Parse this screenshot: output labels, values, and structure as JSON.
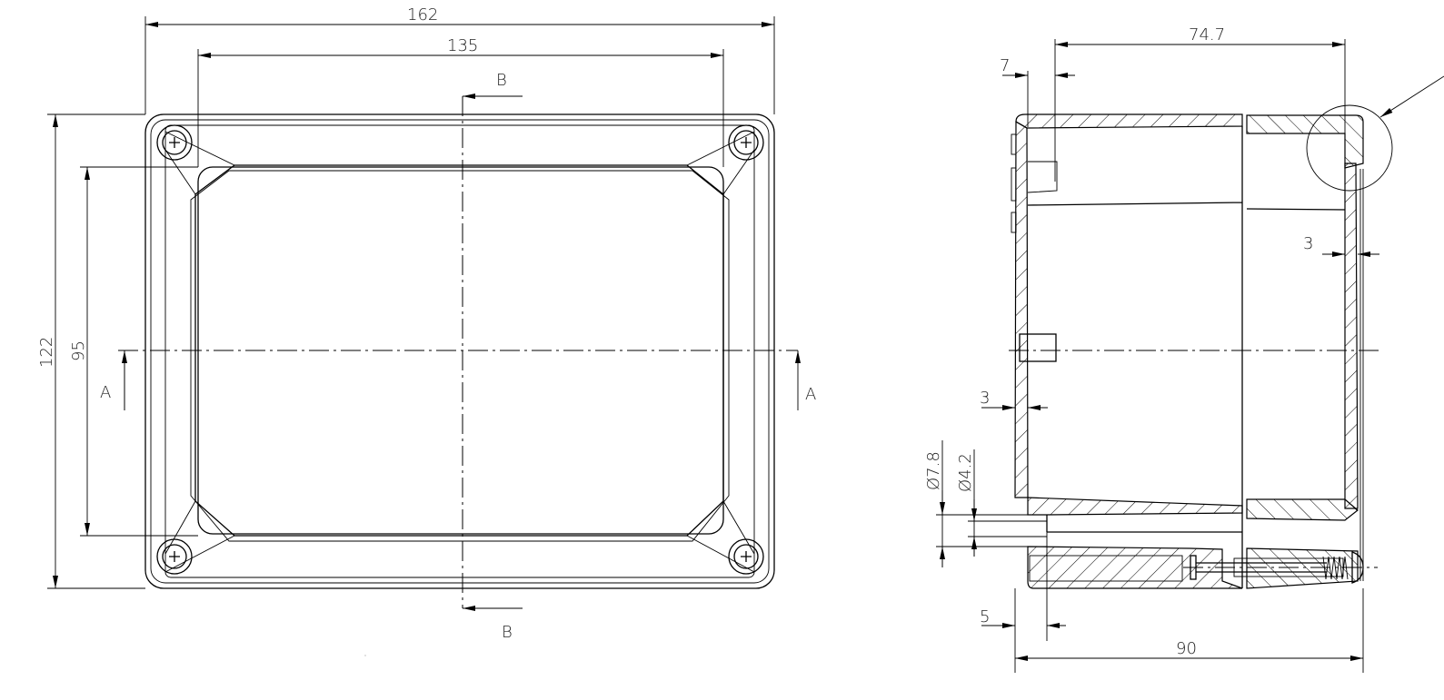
{
  "front_view": {
    "dimensions": {
      "overall_width": "162",
      "inner_width": "135",
      "overall_height": "122",
      "inner_height": "95"
    },
    "section_labels": {
      "a_left": "A",
      "a_right": "A",
      "b_top": "B",
      "b_bottom": "B"
    }
  },
  "section_view": {
    "dimensions": {
      "lid_depth": "74.7",
      "boss_depth": "7",
      "wall_right": "3",
      "wall_left": "3",
      "counterbore_dia": "Ø7.8",
      "hole_dia": "Ø4.2",
      "counterbore_depth": "5",
      "overall_depth": "90"
    }
  }
}
